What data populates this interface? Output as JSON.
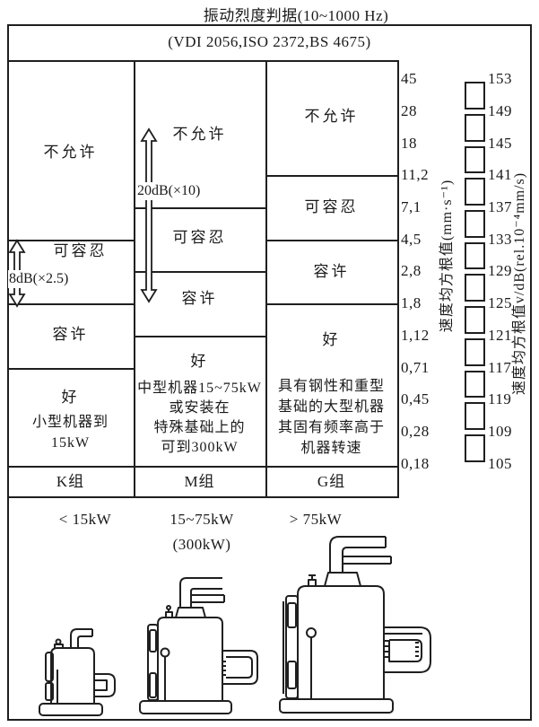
{
  "title": "振动烈度判据(10~1000 Hz)",
  "standards": "(VDI 2056,ISO 2372,BS 4675)",
  "columns": {
    "k": {
      "group": "K组",
      "power": "< 15kW",
      "not_allowed": "不允许",
      "tolerable": "可容忍",
      "allowable": "容许",
      "good": "好",
      "good_desc1": "小型机器到",
      "good_desc2": "15kW",
      "range_arrow": "8dB(×2.5)"
    },
    "m": {
      "group": "M组",
      "power": "15~75kW",
      "power_alt": "(300kW)",
      "not_allowed": "不允许",
      "tolerable": "可容忍",
      "allowable": "容许",
      "good": "好",
      "good_desc1": "中型机器15~75kW",
      "good_desc2": "或安装在",
      "good_desc3": "特殊基础上的",
      "good_desc4": "可到300kW",
      "range_arrow": "20dB(×10)"
    },
    "g": {
      "group": "G组",
      "power": "> 75kW",
      "not_allowed": "不允许",
      "tolerable": "可容忍",
      "allowable": "容许",
      "good": "好",
      "good_desc1": "具有钢性和重型",
      "good_desc2": "基础的大型机器",
      "good_desc3": "其固有频率高于",
      "good_desc4": "机器转速"
    }
  },
  "velocity_scale": [
    "45",
    "28",
    "18",
    "11,2",
    "7,1",
    "4,5",
    "2,8",
    "1,8",
    "1,12",
    "0,71",
    "0,45",
    "0,28",
    "0,18"
  ],
  "db_scale": [
    "153",
    "149",
    "145",
    "141",
    "137",
    "133",
    "129",
    "125",
    "121",
    "117",
    "119",
    "109",
    "105"
  ],
  "axis_left": "速度均方根值(mm·s⁻¹)",
  "axis_right": "速度均方根值v/dB(rel.10⁻⁴mm/s)"
}
